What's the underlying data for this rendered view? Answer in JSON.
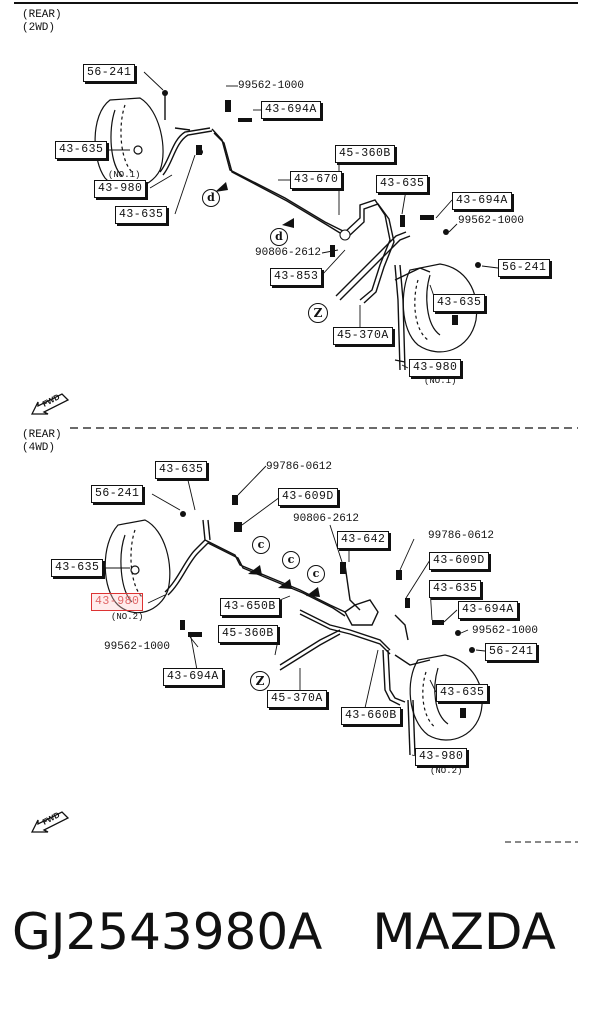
{
  "sections": {
    "rear_2wd": {
      "label_line1": "(REAR)",
      "label_line2": "(2WD)"
    },
    "rear_4wd": {
      "label_line1": "(REAR)",
      "label_line2": "(4WD)"
    }
  },
  "parts_2wd": {
    "p56241_a": "56-241",
    "p43694a_a": "43-694A",
    "n99562_a": "99562-1000",
    "p43635_a": "43-635",
    "no1_a": "(NO.1)",
    "p43980_a": "43-980",
    "p43635_b": "43-635",
    "p45360b": "45-360B",
    "p43670": "43-670",
    "p43635_c": "43-635",
    "p43694a_b": "43-694A",
    "n99562_b": "99562-1000",
    "n90806": "90806-2612",
    "p43853": "43-853",
    "p56241_b": "56-241",
    "p43635_d": "43-635",
    "p45370a": "45-370A",
    "p43980_b": "43-980",
    "no1_b": "(NO.1)"
  },
  "parts_4wd": {
    "p43635_a": "43-635",
    "n99786_a": "99786-0612",
    "p56241_a": "56-241",
    "p43609d_a": "43-609D",
    "n90806": "90806-2612",
    "p43642": "43-642",
    "n99786_b": "99786-0612",
    "p43635_b": "43-635",
    "p43609d_b": "43-609D",
    "p43980_hl": "43-980",
    "no2_a": "(NO.2)",
    "p43650b": "43-650B",
    "p43635_c": "43-635",
    "p43694a_a": "43-694A",
    "n99562_a": "99562-1000",
    "p45360b": "45-360B",
    "n99562_b": "99562-1000",
    "p56241_b": "56-241",
    "p43694a_b": "43-694A",
    "p45370a": "45-370A",
    "p43660b": "43-660B",
    "p43635_d": "43-635",
    "p43980_b": "43-980",
    "no2_b": "(NO.2)"
  },
  "markers": {
    "d": "d",
    "z": "Z",
    "c": "c"
  },
  "fwd_label": "FWD",
  "footer": {
    "part_number": "GJ2543980A",
    "brand": "MAZDA"
  },
  "colors": {
    "highlight": "#e06565",
    "line": "#111111"
  }
}
